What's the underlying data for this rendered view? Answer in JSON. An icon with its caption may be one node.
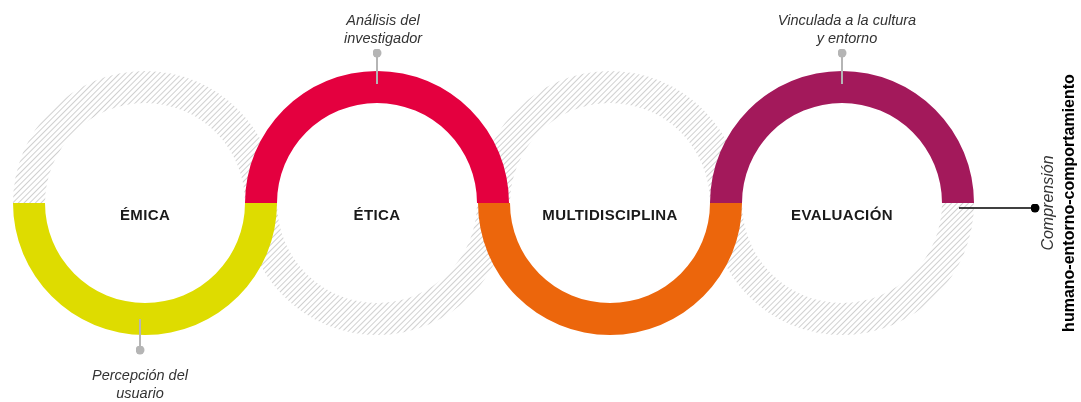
{
  "diagram": {
    "nodes": [
      {
        "text": [
          "ÉMICA"
        ]
      },
      {
        "text": [
          "ÉTICA"
        ]
      },
      {
        "text": [
          "MULTIDISCIPLINA"
        ]
      },
      {
        "text": [
          "EVALUACIÓN"
        ]
      },
      {
        "text": [
          "Percepción del usuario"
        ]
      },
      {
        "text": [
          "Análisis del investigador"
        ]
      },
      {
        "text": [
          "Vinculada a la cultura y entorno"
        ]
      },
      {
        "text": [
          "Comprensión",
          "humano-entorno-comportamiento"
        ]
      }
    ],
    "edges": [
      {
        "from": 4,
        "to": 0,
        "arrow": "other"
      },
      {
        "from": 5,
        "to": 1,
        "arrow": "other"
      },
      {
        "from": 6,
        "to": 3,
        "arrow": "other"
      },
      {
        "from": 7,
        "to": 3,
        "arrow": "other",
        "color": "#000000"
      }
    ]
  }
}
